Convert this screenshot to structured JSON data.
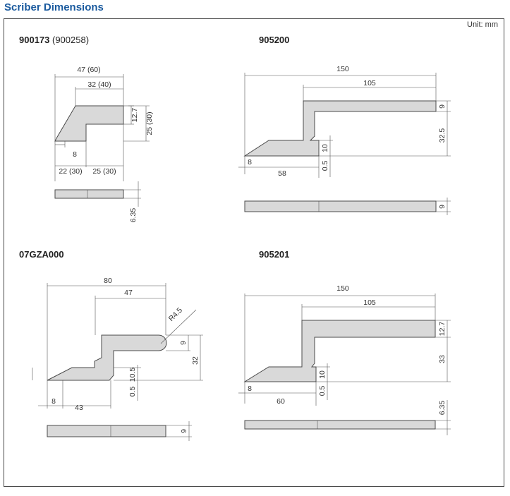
{
  "title": "Scriber Dimensions",
  "unit": "Unit: mm",
  "parts": {
    "p1": {
      "code": "900173",
      "alt": " (900258)",
      "dims": {
        "len": "47 (60)",
        "top": "32 (40)",
        "th": "12.7",
        "ht": "25 (30)",
        "tip": "8",
        "b1": "22 (30)",
        "b2": "25 (30)",
        "w": "6.35"
      }
    },
    "p2": {
      "code": "905200",
      "dims": {
        "len": "150",
        "top": "105",
        "th": "9",
        "ht": "32.5",
        "tip": "8",
        "base": "58",
        "ft": "10",
        "edge": "0.5",
        "w": "9"
      }
    },
    "p3": {
      "code": "07GZA000",
      "dims": {
        "len": "80",
        "top": "47",
        "r": "R4.5",
        "th": "9",
        "ht": "32",
        "ft": "10.5",
        "edge": "0.5",
        "tip": "8",
        "base": "43",
        "w": "9"
      }
    },
    "p4": {
      "code": "905201",
      "dims": {
        "len": "150",
        "top": "105",
        "th": "12.7",
        "ht": "33",
        "tip": "8",
        "base": "60",
        "ft": "10",
        "edge": "0.5",
        "w": "6.35"
      }
    }
  }
}
